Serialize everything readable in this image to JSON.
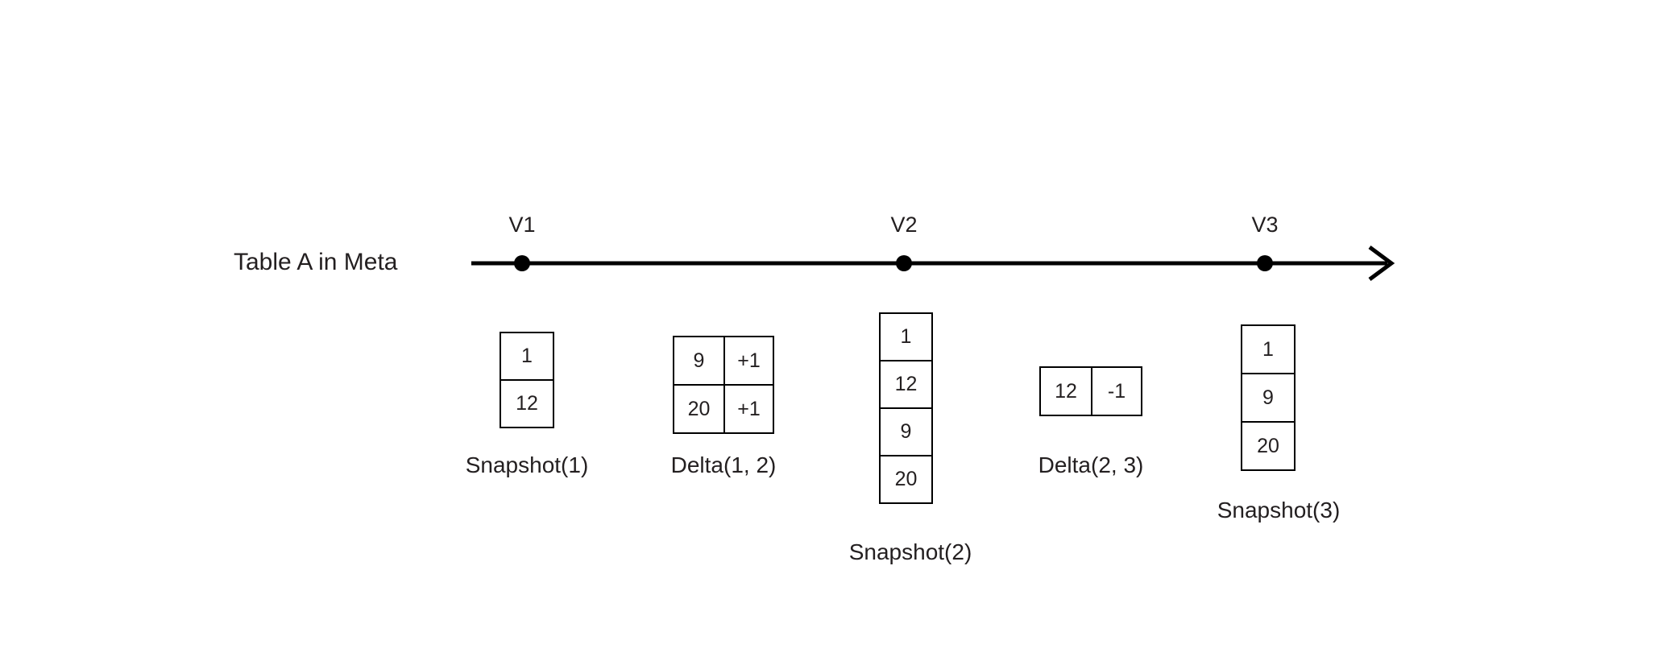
{
  "diagram": {
    "row_label": "Table A in Meta",
    "timeline": {
      "versions": [
        {
          "label": "V1"
        },
        {
          "label": "V2"
        },
        {
          "label": "V3"
        }
      ]
    },
    "artifacts": [
      {
        "caption": "Snapshot(1)",
        "kind": "snapshot",
        "rows": [
          [
            "1"
          ],
          [
            "12"
          ]
        ]
      },
      {
        "caption": "Delta(1, 2)",
        "kind": "delta",
        "rows": [
          [
            "9",
            "+1"
          ],
          [
            "20",
            "+1"
          ]
        ]
      },
      {
        "caption": "Snapshot(2)",
        "kind": "snapshot",
        "rows": [
          [
            "1"
          ],
          [
            "12"
          ],
          [
            "9"
          ],
          [
            "20"
          ]
        ]
      },
      {
        "caption": "Delta(2, 3)",
        "kind": "delta",
        "rows": [
          [
            "12",
            "-1"
          ]
        ]
      },
      {
        "caption": "Snapshot(3)",
        "kind": "snapshot",
        "rows": [
          [
            "1"
          ],
          [
            "9"
          ],
          [
            "20"
          ]
        ]
      }
    ],
    "colors": {
      "stroke": "#000000",
      "text": "#231f20",
      "background": "#ffffff"
    }
  }
}
